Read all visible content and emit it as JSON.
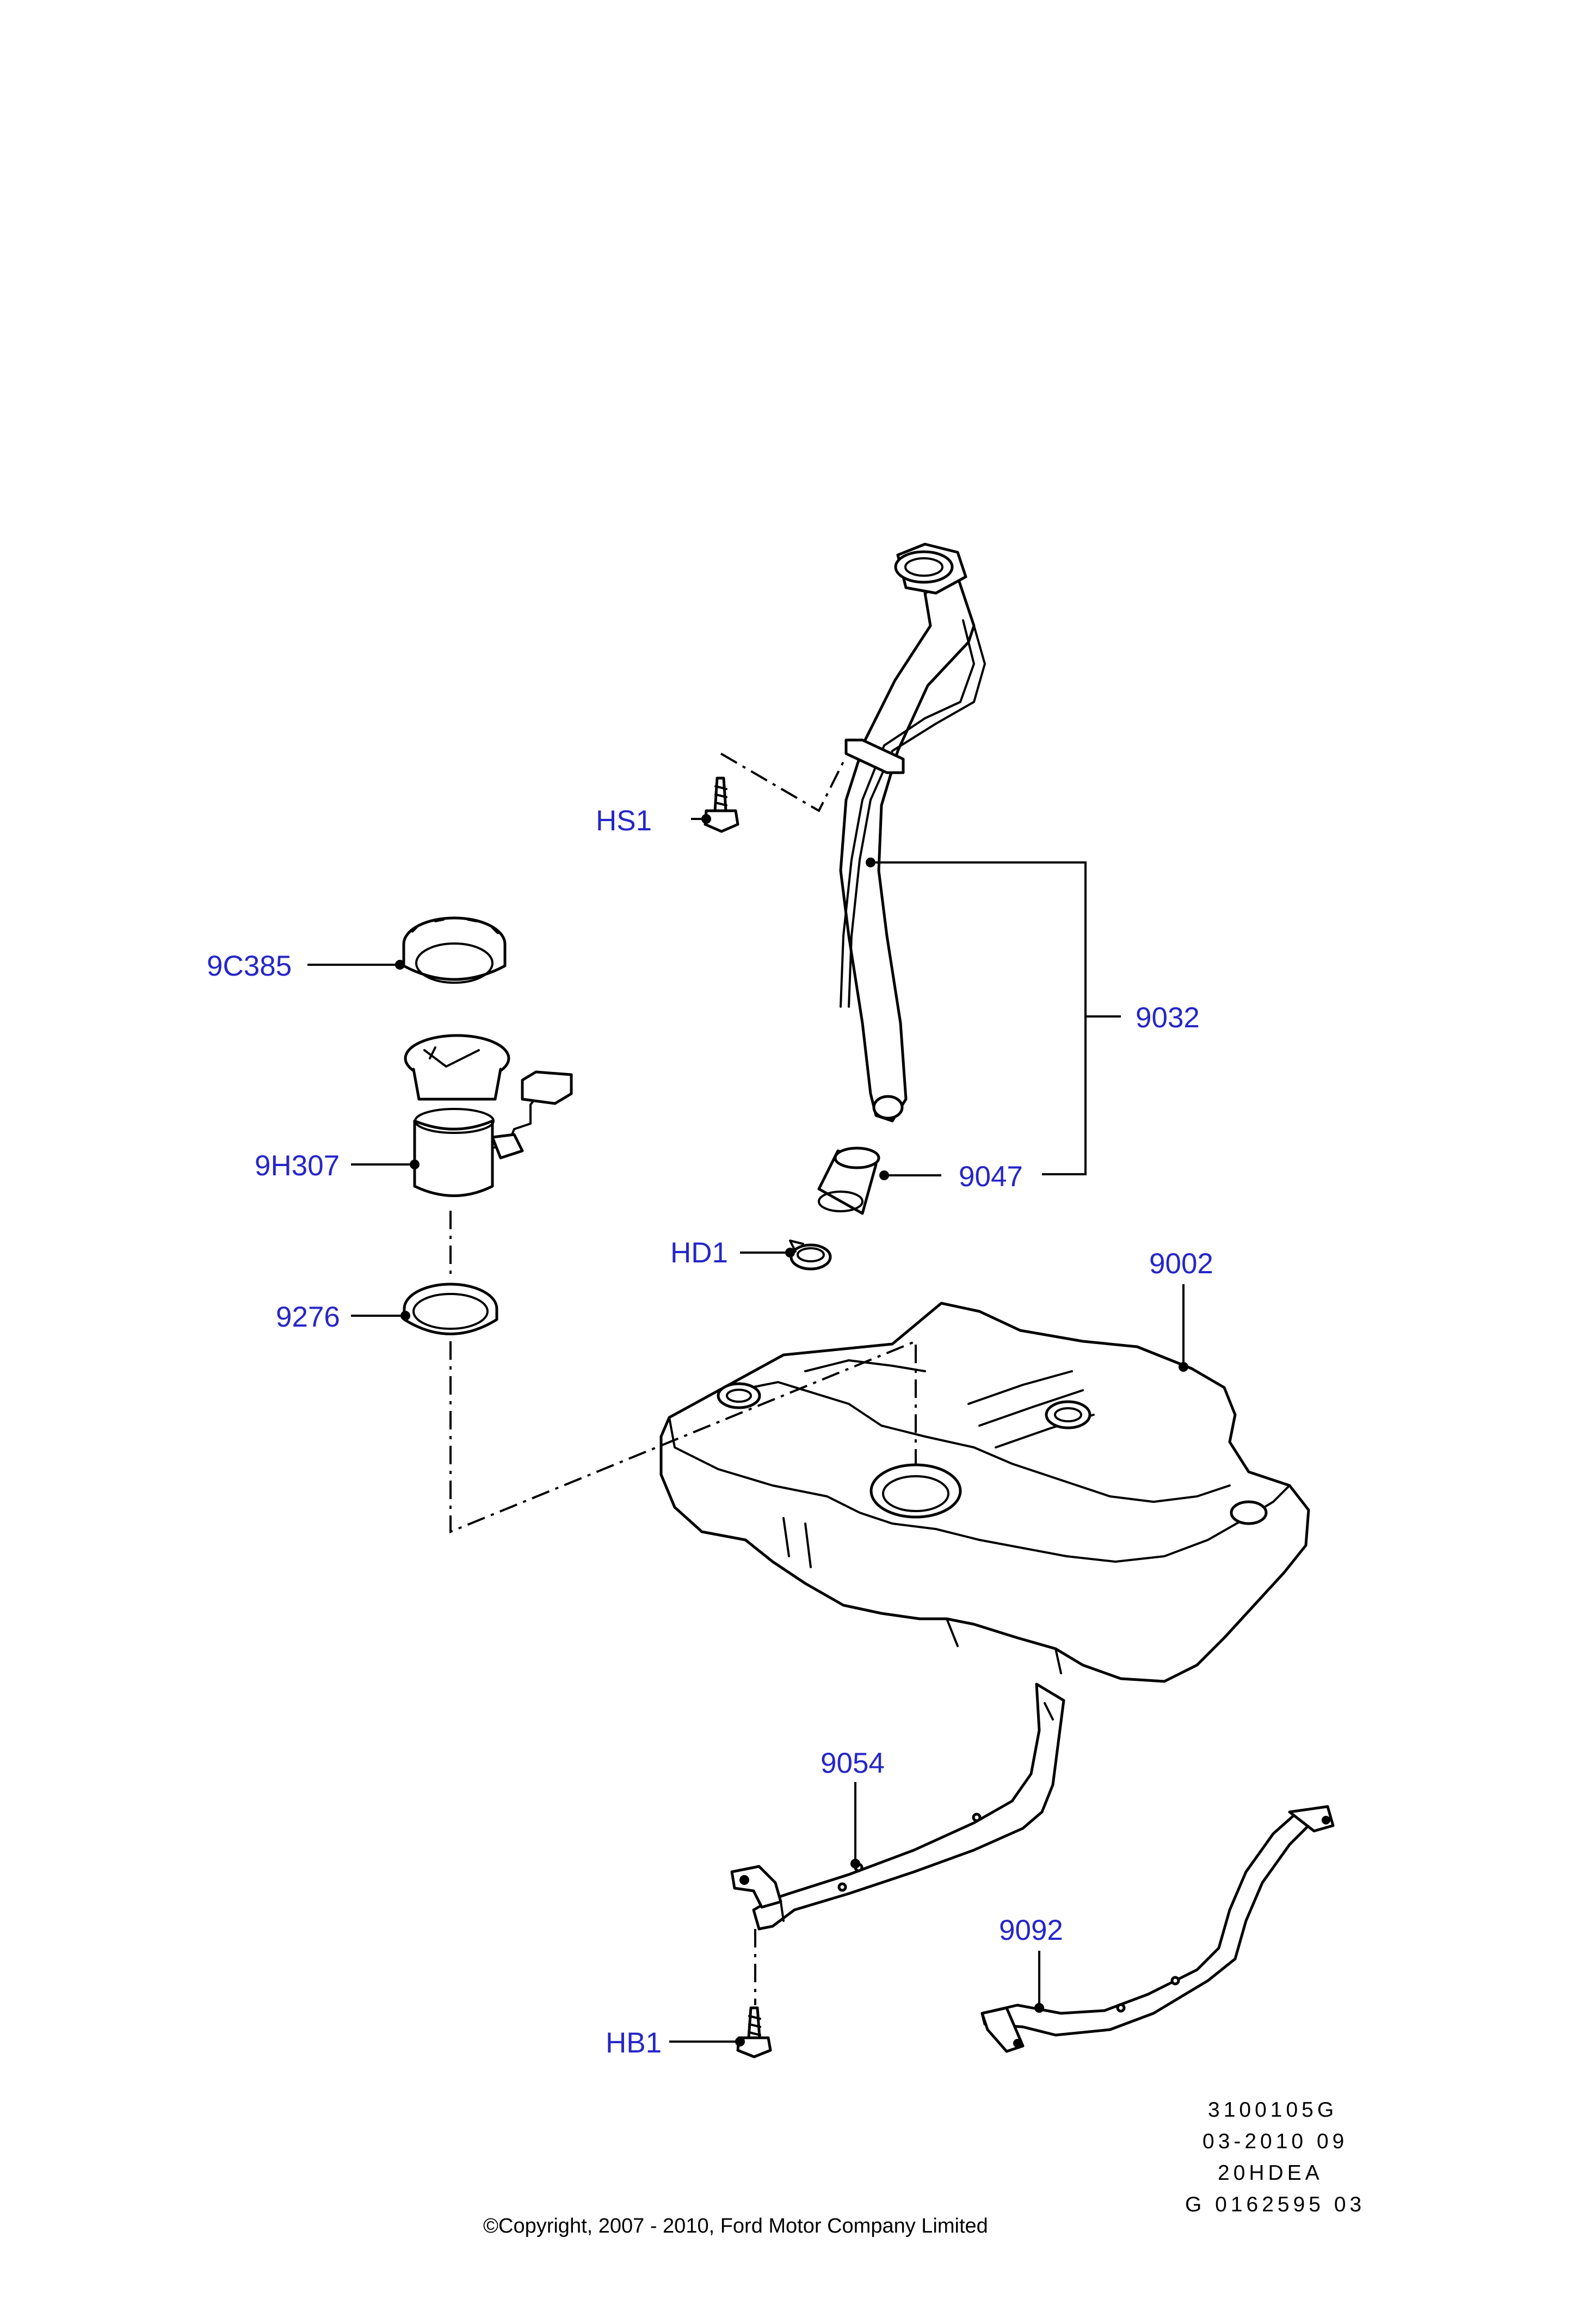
{
  "callouts": {
    "hs1": "HS1",
    "c9c385": "9C385",
    "h9h307": "9H307",
    "p9276": "9276",
    "p9032": "9032",
    "p9047": "9047",
    "hd1": "HD1",
    "p9002": "9002",
    "p9054": "9054",
    "p9092": "9092",
    "hb1": "HB1"
  },
  "meta": {
    "line1": "3100105G",
    "line2": "03-2010 09",
    "line3": "20HDEA",
    "line4": "G 0162595 03"
  },
  "copyright": "©Copyright, 2007 - 2010, Ford Motor Company Limited",
  "colors": {
    "callout": "#2626c9",
    "line": "#000000",
    "background": "#ffffff"
  }
}
